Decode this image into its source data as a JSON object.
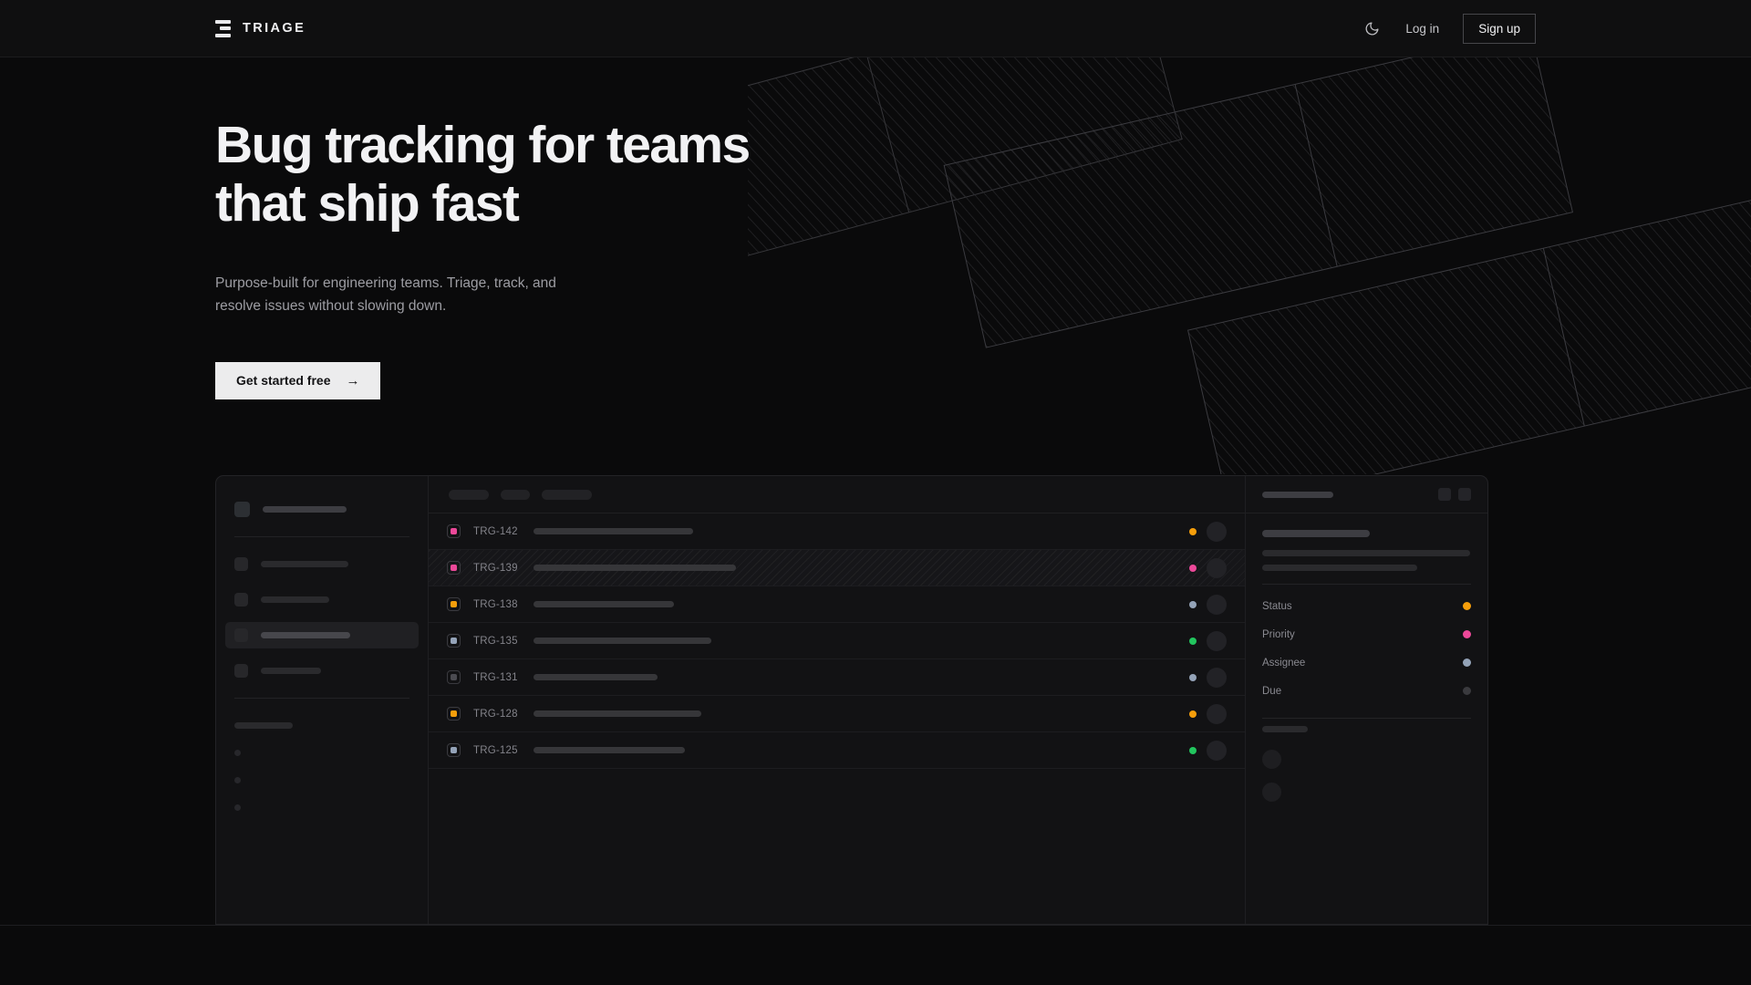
{
  "nav": {
    "brand_name": "TRIAGE",
    "theme_toggle_icon": "moon-icon",
    "login_label": "Log in",
    "signup_label": "Sign up"
  },
  "hero": {
    "title": "Bug tracking for teams\nthat ship fast",
    "subtitle": "Purpose-built for engineering teams. Triage, track, and\nresolve issues without slowing down.",
    "cta_label": "Get started free",
    "cta_arrow": "→"
  },
  "mockup": {
    "sidebar": {
      "workspace_width": 92,
      "nav_items": [
        {
          "width": 96,
          "active": false
        },
        {
          "width": 75,
          "active": false
        },
        {
          "width": 98,
          "active": true
        },
        {
          "width": 66,
          "active": false
        }
      ],
      "section_label_width": 64,
      "sub_items": [
        {},
        {},
        {}
      ]
    },
    "toolbar_pills": [
      44,
      32,
      55
    ],
    "issues": [
      {
        "id": "TRG-142",
        "priority_color": "#ec4899",
        "title_width": 175,
        "status_color": "#f59e0b",
        "hatched": false
      },
      {
        "id": "TRG-139",
        "priority_color": "#ec4899",
        "title_width": 222,
        "status_color": "#ec4899",
        "hatched": true
      },
      {
        "id": "TRG-138",
        "priority_color": "#f59e0b",
        "title_width": 154,
        "status_color": "#94a3b8",
        "hatched": false
      },
      {
        "id": "TRG-135",
        "priority_color": "#94a3b8",
        "title_width": 195,
        "status_color": "#22c55e",
        "hatched": false
      },
      {
        "id": "TRG-131",
        "priority_color": "#4b4b51",
        "title_width": 136,
        "status_color": "#94a3b8",
        "hatched": false
      },
      {
        "id": "TRG-128",
        "priority_color": "#f59e0b",
        "title_width": 184,
        "status_color": "#f59e0b",
        "hatched": false
      },
      {
        "id": "TRG-125",
        "priority_color": "#94a3b8",
        "title_width": 166,
        "status_color": "#22c55e",
        "hatched": false
      }
    ],
    "detail": {
      "header_bar_width": 78,
      "header_buttons": 2,
      "title_bar_width": 118,
      "desc_bar_widths": [
        228,
        170
      ],
      "meta": [
        {
          "label": "Status",
          "color": "#f59e0b"
        },
        {
          "label": "Priority",
          "color": "#ec4899"
        },
        {
          "label": "Assignee",
          "color": "#94a3b8"
        },
        {
          "label": "Due",
          "color": "#3a3a3e"
        }
      ],
      "activity_label_width": 50,
      "activity_items": 2
    }
  },
  "theme": {
    "background": "#0a0a0b",
    "surface": "#121214",
    "border": "#232326",
    "accent_orange": "#f59e0b",
    "accent_pink": "#ec4899",
    "accent_green": "#22c55e",
    "accent_slate": "#94a3b8",
    "cta_background": "#ececed",
    "text_primary": "#f2f2f4",
    "text_muted": "#9d9da3"
  }
}
